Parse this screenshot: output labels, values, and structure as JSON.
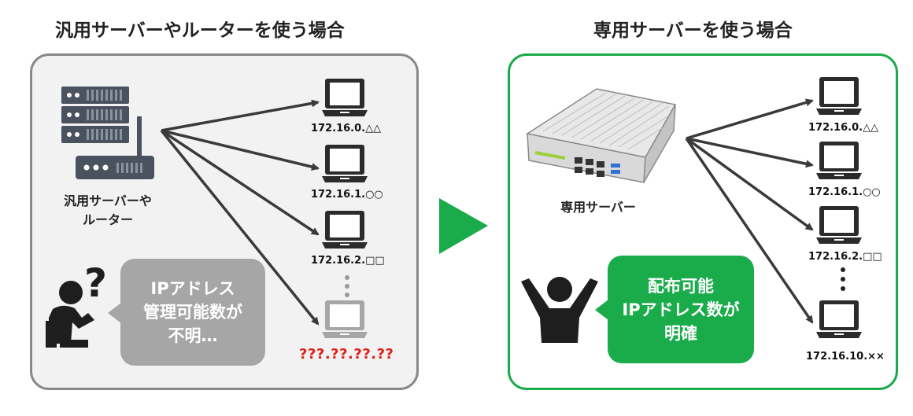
{
  "left": {
    "title": "汎用サーバーやルーターを使う場合",
    "device_label_line1": "汎用サーバーや",
    "device_label_line2": "ルーター",
    "laptops": [
      {
        "ip": "172.16.0.△△"
      },
      {
        "ip": "172.16.1.○○"
      },
      {
        "ip": "172.16.2.□□"
      },
      {
        "ip": "???.??.??.??",
        "unknown": true
      }
    ],
    "bubble_lines": [
      "IPアドレス",
      "管理可能数が",
      "不明…"
    ],
    "colors": {
      "border": "#888888",
      "background": "#f2f2f2",
      "bubble": "#a6a6a6",
      "unknown_ip": "#e0201a"
    }
  },
  "right": {
    "title": "専用サーバーを使う場合",
    "device_label": "専用サーバー",
    "laptops": [
      {
        "ip": "172.16.0.△△"
      },
      {
        "ip": "172.16.1.○○"
      },
      {
        "ip": "172.16.2.□□"
      },
      {
        "ip": "172.16.10.××"
      }
    ],
    "bubble_lines": [
      "配布可能",
      "IPアドレス数が",
      "明確"
    ],
    "colors": {
      "border": "#1aab4a",
      "bubble": "#1aab4a"
    }
  },
  "colors": {
    "arrow": "#1aab4a",
    "icon": "#222222"
  }
}
